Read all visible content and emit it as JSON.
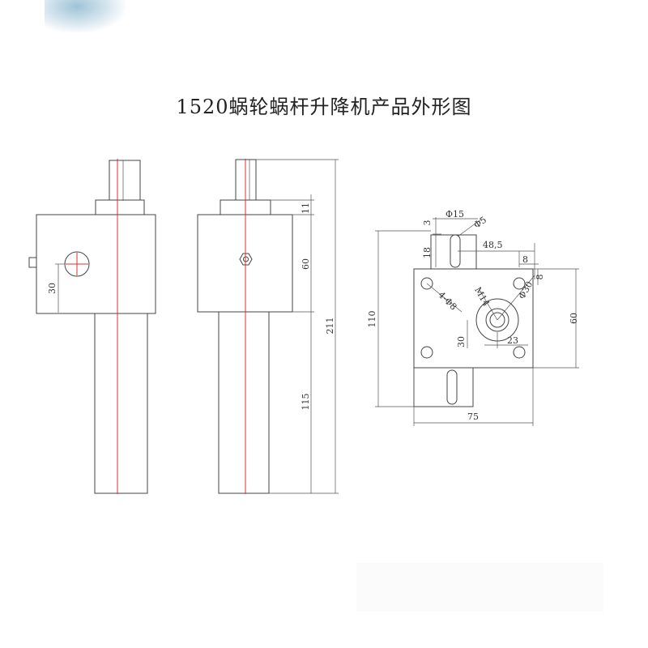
{
  "title": "1520蜗轮蜗杆升降机产品外形图",
  "front_view": {
    "dim_30": "30"
  },
  "side_view": {
    "dim_11": "11",
    "dim_60": "60",
    "dim_115": "115",
    "dim_211": "211"
  },
  "top_view": {
    "dim_110": "110",
    "dim_3": "3",
    "dim_18": "18",
    "dim_phi15": "Φ15",
    "dim_phi5": "Φ5",
    "dim_48_5": "48,5",
    "dim_8a": "8",
    "dim_8b": "8",
    "dim_phi30": "Φ30",
    "dim_4phi8": "4-Φ8",
    "dim_m14": "M14",
    "dim_30": "30",
    "dim_23": "23",
    "dim_60": "60",
    "dim_75": "75"
  },
  "colors": {
    "centerline": "#e03030",
    "outline": "#444444"
  }
}
